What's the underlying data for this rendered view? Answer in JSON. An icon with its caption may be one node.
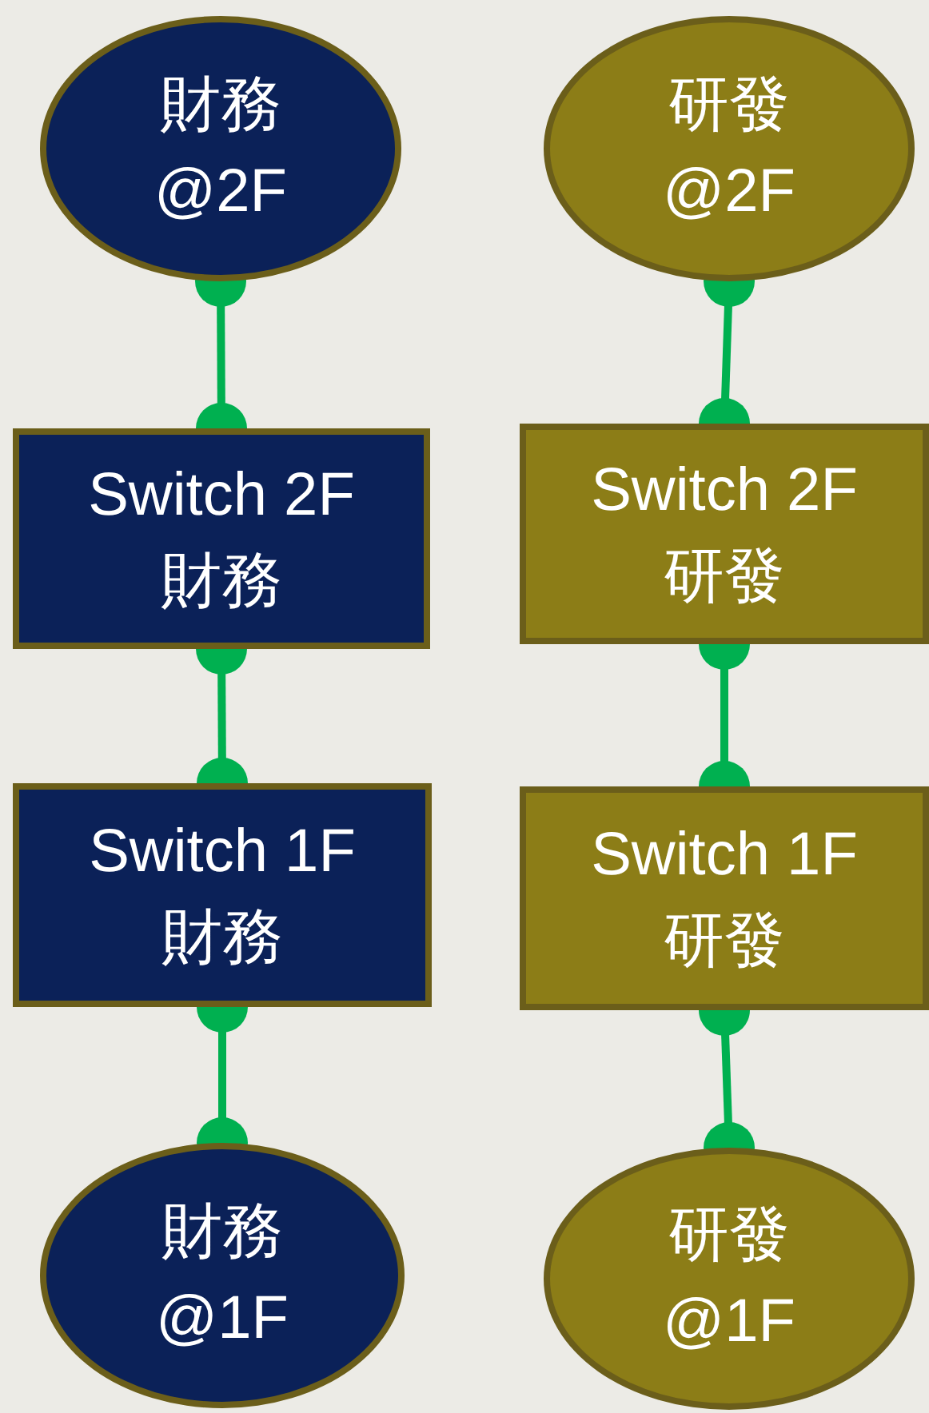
{
  "diagram": {
    "nodes": [
      {
        "text": [
          "財務",
          "@2F"
        ]
      },
      {
        "text": [
          "Switch 2F",
          "財務"
        ]
      },
      {
        "text": [
          "Switch 1F",
          "財務"
        ]
      },
      {
        "text": [
          "財務",
          "@1F"
        ]
      },
      {
        "text": [
          "研發",
          "@2F"
        ]
      },
      {
        "text": [
          "Switch 2F",
          "研發"
        ]
      },
      {
        "text": [
          "Switch 1F",
          "研發"
        ]
      },
      {
        "text": [
          "研發",
          "@1F"
        ]
      }
    ],
    "edges": [
      {
        "from": 0,
        "to": 1,
        "arrow": "other"
      },
      {
        "from": 1,
        "to": 2,
        "arrow": "other"
      },
      {
        "from": 2,
        "to": 3,
        "arrow": "other"
      },
      {
        "from": 4,
        "to": 5,
        "arrow": "other"
      },
      {
        "from": 5,
        "to": 6,
        "arrow": "other"
      },
      {
        "from": 6,
        "to": 7,
        "arrow": "other"
      }
    ]
  }
}
